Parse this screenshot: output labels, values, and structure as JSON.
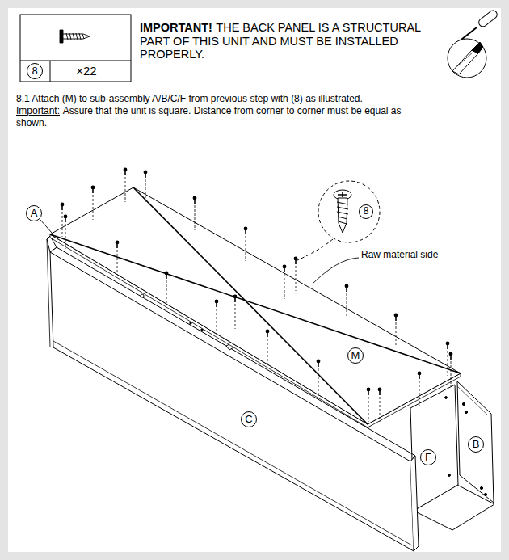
{
  "diagram": {
    "labels": [
      "8",
      "×22",
      "IMPORTANT!",
      "THE BACK PANEL IS A STRUCTURAL PART OF THIS UNIT AND MUST BE INSTALLED PROPERLY.",
      "8.1 Attach (M) to sub-assembly A/B/C/F from previous step with (8) as illustrated.",
      "Important:",
      "Assure that the unit is square. Distance from corner to corner must be equal as shown.",
      "A",
      "8",
      "Raw material side",
      "M",
      "C",
      "F",
      "B"
    ]
  }
}
